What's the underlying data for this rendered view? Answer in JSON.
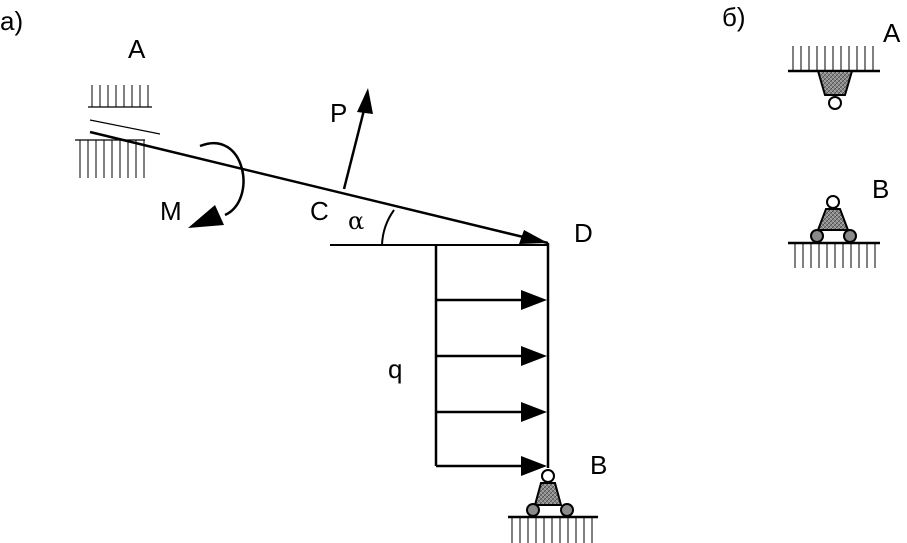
{
  "panels": {
    "a": {
      "label": "а)",
      "points": {
        "A": "A",
        "C": "C",
        "D": "D",
        "B": "B"
      },
      "loads": {
        "force": "P",
        "moment": "M",
        "distributed": "q"
      },
      "angle": "α"
    },
    "b": {
      "label": "б)",
      "support_A": "A",
      "support_B": "B"
    }
  },
  "icons": {
    "fixed_support": "hatched-wall-icon",
    "roller_support": "roller-support-icon",
    "hanging_support": "hanging-roller-icon"
  },
  "colors": {
    "line": "#000000",
    "support_fill": "#7a7a7a",
    "background": "#ffffff"
  }
}
